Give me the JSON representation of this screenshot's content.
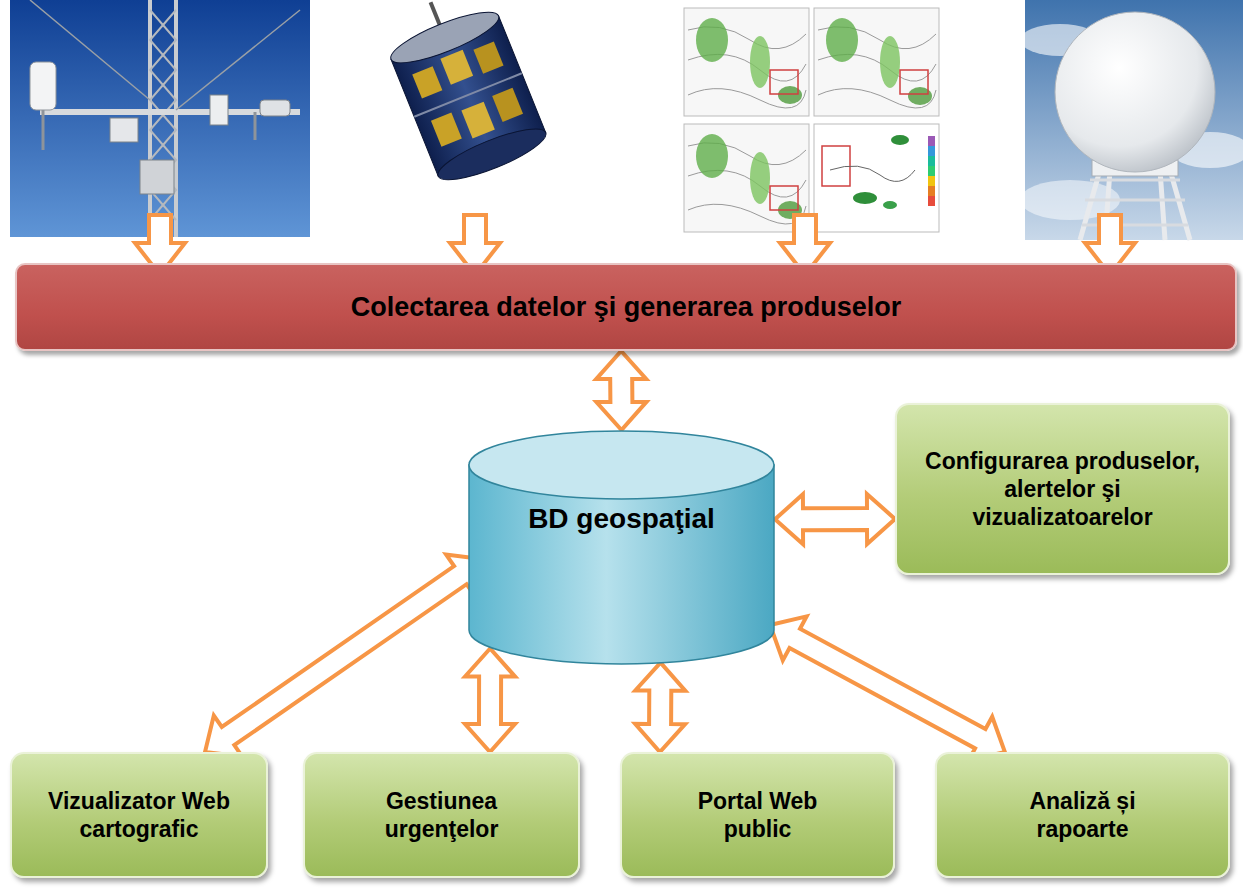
{
  "diagram": {
    "nodes": [
      {
        "text": [
          "Colectarea datelor şi generarea produselor"
        ]
      },
      {
        "text": [
          "BD geospaţial"
        ]
      },
      {
        "text": [
          "Configurarea produselor, alertelor şi vizualizatoarelor"
        ]
      },
      {
        "text": [
          "Vizualizator Web cartografic"
        ]
      },
      {
        "text": [
          "Gestiunea urgenţelor"
        ]
      },
      {
        "text": [
          "Portal Web public"
        ]
      },
      {
        "text": [
          "Analiză și rapoarte"
        ]
      }
    ],
    "edges": [
      {
        "from": 0,
        "to": 1,
        "arrow": "both"
      },
      {
        "from": 1,
        "to": 2,
        "arrow": "both"
      },
      {
        "from": 1,
        "to": 3,
        "arrow": "both"
      },
      {
        "from": 1,
        "to": 4,
        "arrow": "both"
      },
      {
        "from": 1,
        "to": 5,
        "arrow": "both"
      },
      {
        "from": 1,
        "to": 6,
        "arrow": "both"
      }
    ]
  }
}
